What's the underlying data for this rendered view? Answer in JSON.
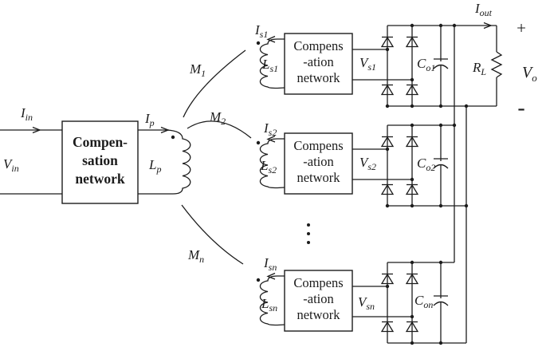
{
  "input": {
    "current": {
      "base": "I",
      "sub": "in"
    },
    "voltage": {
      "base": "V",
      "sub": "in"
    }
  },
  "primary": {
    "box_lines": [
      "Compen-",
      "sation",
      "network"
    ],
    "current": {
      "base": "I",
      "sub": "p"
    },
    "inductor": {
      "base": "L",
      "sub": "p"
    }
  },
  "stages": [
    {
      "coupling": {
        "base": "M",
        "sub": "1"
      },
      "current": {
        "base": "I",
        "sub": "s1"
      },
      "inductor": {
        "base": "L",
        "sub": "s1"
      },
      "box_lines": [
        "Compens",
        "-ation",
        "network"
      ],
      "voltage": {
        "base": "V",
        "sub": "s1"
      },
      "capacitor": {
        "base": "C",
        "sub": "o1"
      }
    },
    {
      "coupling": {
        "base": "M",
        "sub": "2"
      },
      "current": {
        "base": "I",
        "sub": "s2"
      },
      "inductor": {
        "base": "L",
        "sub": "s2"
      },
      "box_lines": [
        "Compens",
        "-ation",
        "network"
      ],
      "voltage": {
        "base": "V",
        "sub": "s2"
      },
      "capacitor": {
        "base": "C",
        "sub": "o2"
      }
    },
    {
      "coupling": {
        "base": "M",
        "sub": "n"
      },
      "current": {
        "base": "I",
        "sub": "sn"
      },
      "inductor": {
        "base": "L",
        "sub": "sn"
      },
      "box_lines": [
        "Compens",
        "-ation",
        "network"
      ],
      "voltage": {
        "base": "V",
        "sub": "sn"
      },
      "capacitor": {
        "base": "C",
        "sub": "on"
      }
    }
  ],
  "output": {
    "current": {
      "base": "I",
      "sub": "out"
    },
    "load": {
      "base": "R",
      "sub": "L"
    },
    "voltage": {
      "base": "V",
      "sub": "o"
    },
    "plus": "+",
    "minus": "-"
  },
  "colors": {
    "line": "#1c1c1c",
    "background": "#ffffff"
  }
}
